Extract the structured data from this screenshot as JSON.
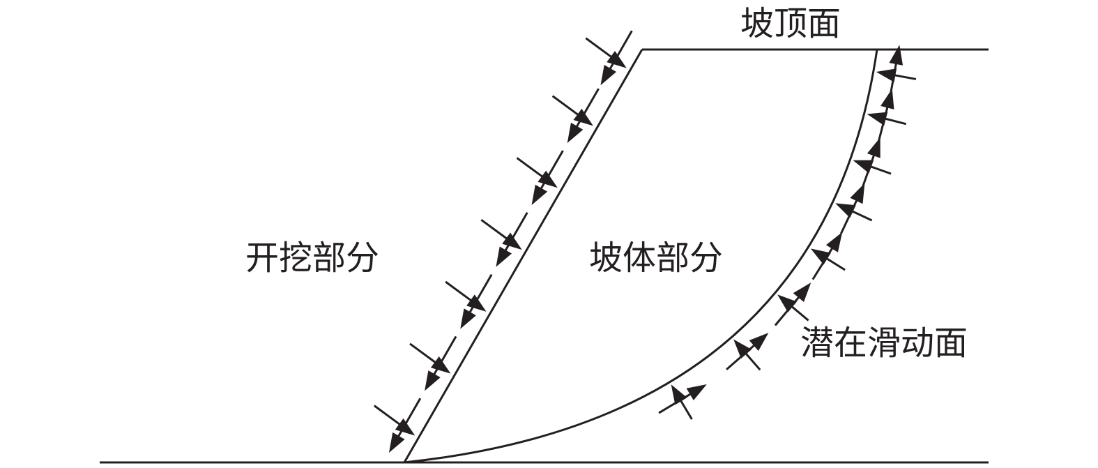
{
  "labels": {
    "crest": "坡顶面",
    "excavation": "开挖部分",
    "slope_body": "坡体部分",
    "slip_surface": "潜在滑动面"
  },
  "colors": {
    "ink": "#231f20",
    "background": "#ffffff"
  }
}
